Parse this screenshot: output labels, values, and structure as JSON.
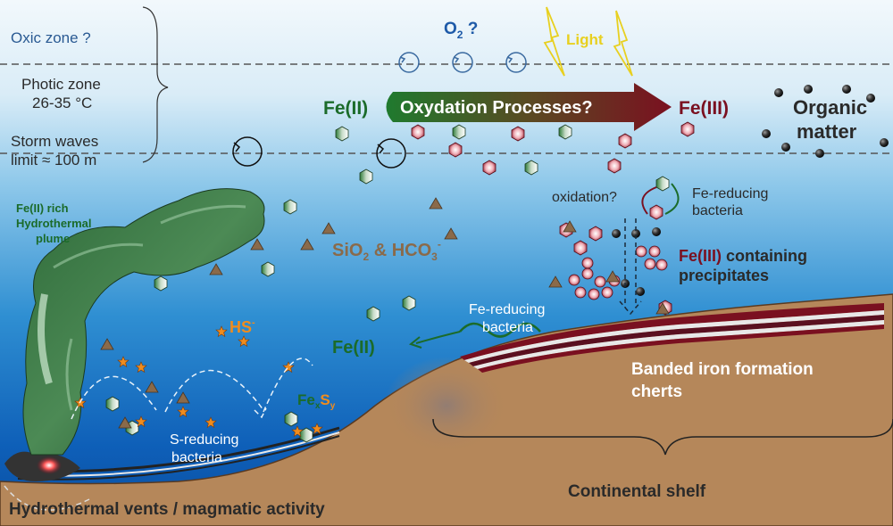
{
  "zones": {
    "oxic": "Oxic zone ?",
    "photic_1": "Photic zone",
    "photic_2": "26-35 °C",
    "storm_1": "Storm waves",
    "storm_2": "limit ≈ 100 m"
  },
  "labels": {
    "o2": "O",
    "o2_sub": "2",
    "o2_q": " ?",
    "light": "Light",
    "fe2_top": "Fe(II)",
    "oxidation_processes": "Oxydation Processes?",
    "fe3_top": "Fe(III)",
    "organic_1": "Organic",
    "organic_2": "matter",
    "plume_1": "Fe(II) rich",
    "plume_2": "Hydrothermal",
    "plume_3": "plume",
    "sio2_a": "SiO",
    "sio2_sub": "2",
    "sio2_b": " & HCO",
    "hco3_sub": "3",
    "hco3_sup": "-",
    "oxidation_q": "oxidation?",
    "fe_reducing_1a": "Fe-reducing",
    "fe_reducing_1b": "bacteria",
    "fe3_containing_a": "Fe(III)",
    "fe3_containing_b": " containing",
    "precipitates": "precipitates",
    "fe_reducing_2a": "Fe-reducing",
    "fe_reducing_2b": "bacteria",
    "fe2_mid": "Fe(II)",
    "hs": "HS",
    "hs_sup": "-",
    "fexsy_fe": "Fe",
    "fexsy_x": "x",
    "fexsy_s": "S",
    "fexsy_y": "y",
    "s_reducing_1": "S-reducing",
    "s_reducing_2": "bacteria",
    "bif_1": "Banded iron formation",
    "bif_2": "cherts",
    "shelf": "Continental shelf",
    "vents": "Hydrothermal vents / magmatic activity"
  },
  "colors": {
    "fe2": "#1b6b2a",
    "fe3": "#7a1020",
    "orange": "#f08c1e",
    "sediment": "#b5875a",
    "sea_top": "#eef6fb",
    "sea_bottom": "#0b4fa8"
  }
}
